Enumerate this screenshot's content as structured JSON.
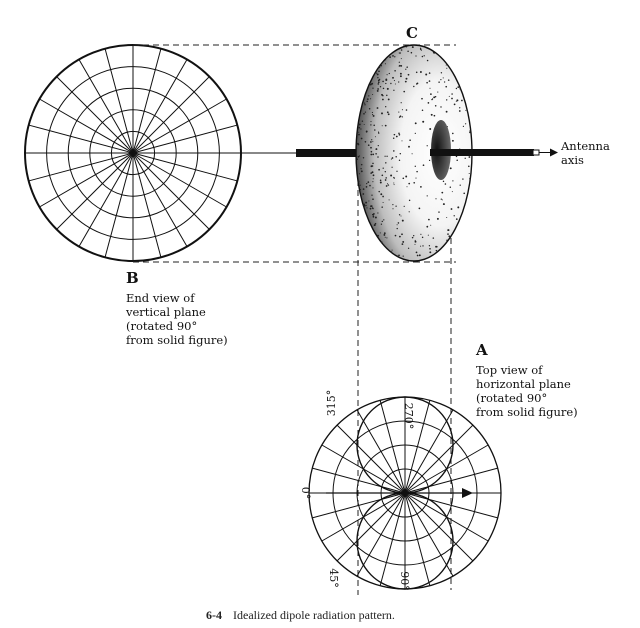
{
  "labels": {
    "c": "C",
    "b": "B",
    "a": "A",
    "antenna_axis": [
      "Antenna",
      "axis"
    ],
    "b_desc": [
      "End view of",
      "vertical plane",
      "(rotated 90°",
      "from solid figure)"
    ],
    "a_desc": [
      "Top view of",
      "horizontal plane",
      "(rotated 90°",
      "from solid figure)"
    ]
  },
  "angles": {
    "a315": "315°",
    "a270": "270°",
    "a0": "0°",
    "a45": "45°",
    "a90": "90°"
  },
  "caption": {
    "number": "6-4",
    "text": "Idealized dipole radiation pattern."
  },
  "colors": {
    "ink": "#111111",
    "background": "#ffffff"
  }
}
